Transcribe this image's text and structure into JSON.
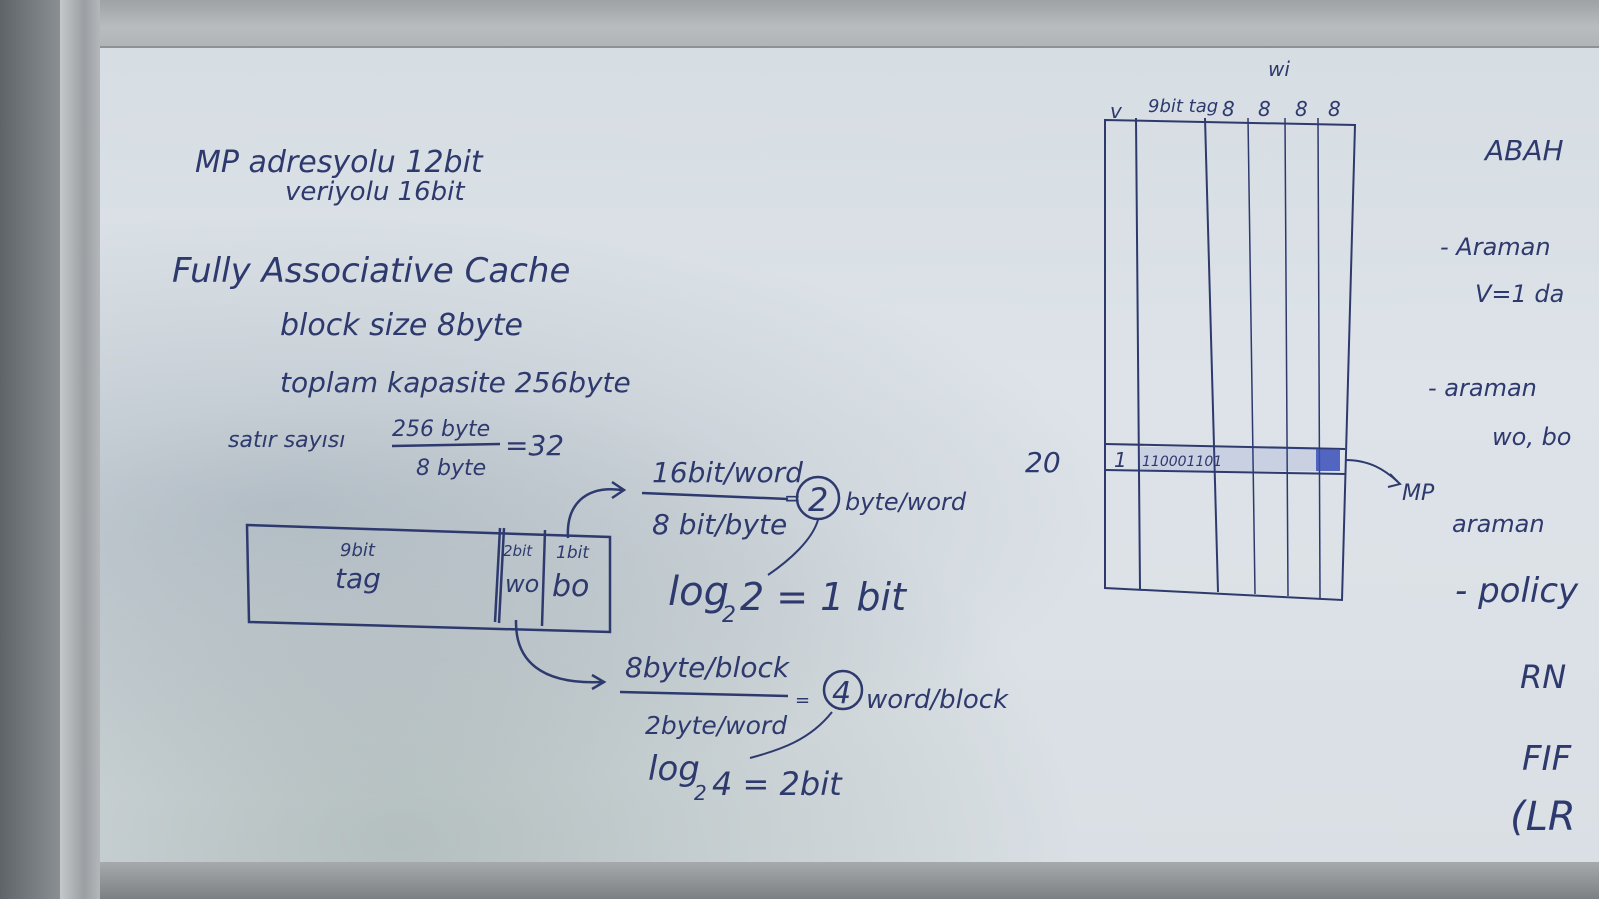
{
  "board": {
    "left_notes": {
      "line1": "MP adresyolu 12bit",
      "line2": "veriyolu 16bit",
      "heading": "Fully Associative Cache",
      "block_size": "block size 8byte",
      "capacity": "toplam kapasite 256byte",
      "rows_label": "satır sayısı",
      "rows_num": "256 byte",
      "rows_den": "8 byte",
      "rows_result": "=32"
    },
    "address_box": {
      "tag_bits": "9bit",
      "tag_label": "tag",
      "wo_bits": "2bit",
      "wo_label": "wo",
      "bo_bits": "1bit",
      "bo_label": "bo"
    },
    "calc_upper": {
      "num": "16bit/word",
      "den": "8 bit/byte",
      "result_circle": "2",
      "result_unit": "byte/word",
      "log": "log",
      "log_base": "2",
      "log_rest": "2 = 1 bit"
    },
    "calc_lower": {
      "num": "8byte/block",
      "den": "2byte/word",
      "result_circle": "4",
      "result_unit": "word/block",
      "log": "log",
      "log_base": "2",
      "log_rest": "4 = 2bit"
    },
    "cache_table": {
      "top_label": "wi",
      "headers": [
        "v",
        "9bit tag",
        "8",
        "8",
        "8",
        "8"
      ],
      "row_index": "20",
      "row_v": "1",
      "row_tag": "110001101",
      "mp_label": "MP"
    },
    "right_edge": {
      "title": "ABAH",
      "line1": "- Araman",
      "line2": "V=1 da",
      "line3": "- araman",
      "line4": "wo, bo",
      "line5": "araman",
      "line6": "- policy",
      "line7": "RN",
      "line8": "FIF",
      "line9": "(LR"
    }
  },
  "colors": {
    "ink": "#2e3a6e",
    "highlight": "#3a4fb8",
    "board": "#dde3e8"
  }
}
